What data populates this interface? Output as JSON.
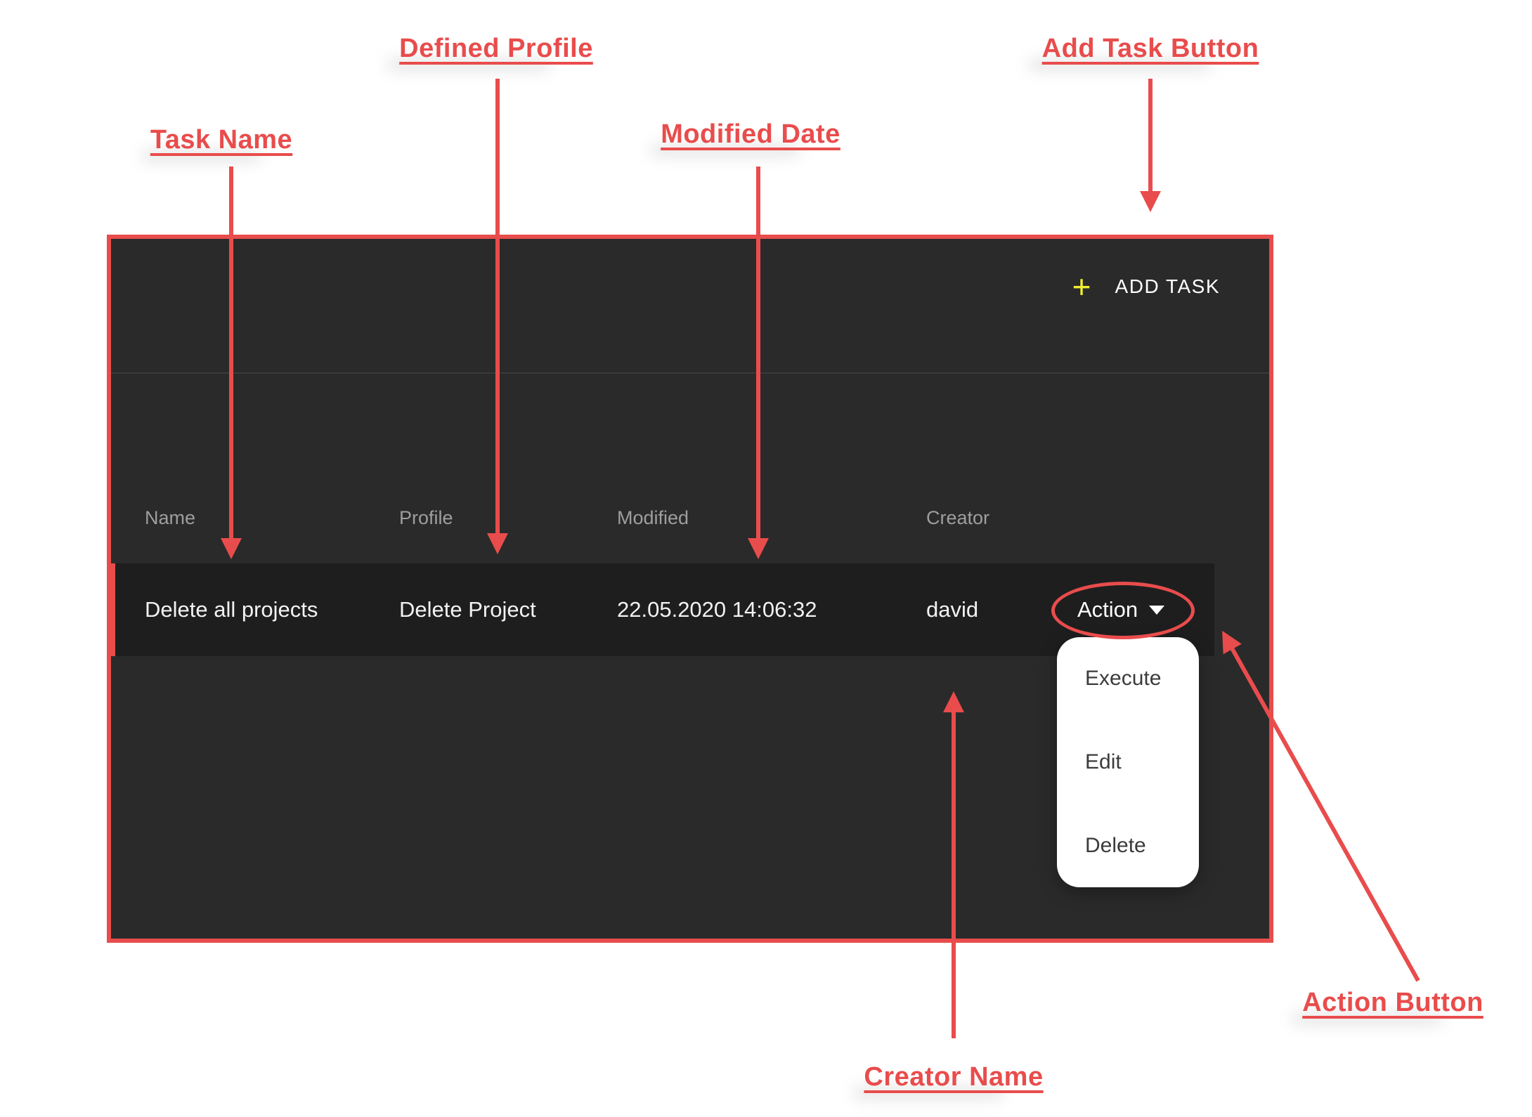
{
  "annotations": {
    "task_name": "Task Name",
    "defined_profile": "Defined Profile",
    "modified_date": "Modified Date",
    "add_task_button": "Add Task Button",
    "creator_name": "Creator Name",
    "action_button": "Action Button",
    "accent_color": "#e94c4c"
  },
  "panel": {
    "add_task": {
      "icon": "+",
      "label": "ADD TASK",
      "icon_color": "#f0ee30"
    },
    "table": {
      "columns": {
        "name": "Name",
        "profile": "Profile",
        "modified": "Modified",
        "creator": "Creator"
      },
      "row": {
        "name": "Delete all projects",
        "profile": "Delete Project",
        "modified": "22.05.2020 14:06:32",
        "creator": "david",
        "action_label": "Action"
      }
    },
    "action_menu": {
      "items": [
        "Execute",
        "Edit",
        "Delete"
      ]
    },
    "colors": {
      "panel_bg": "#2a2a2a",
      "row_bg": "#1e1e1f",
      "menu_bg": "#ffffff",
      "header_text": "#9e9e9e",
      "border": "#e94c4c"
    }
  }
}
